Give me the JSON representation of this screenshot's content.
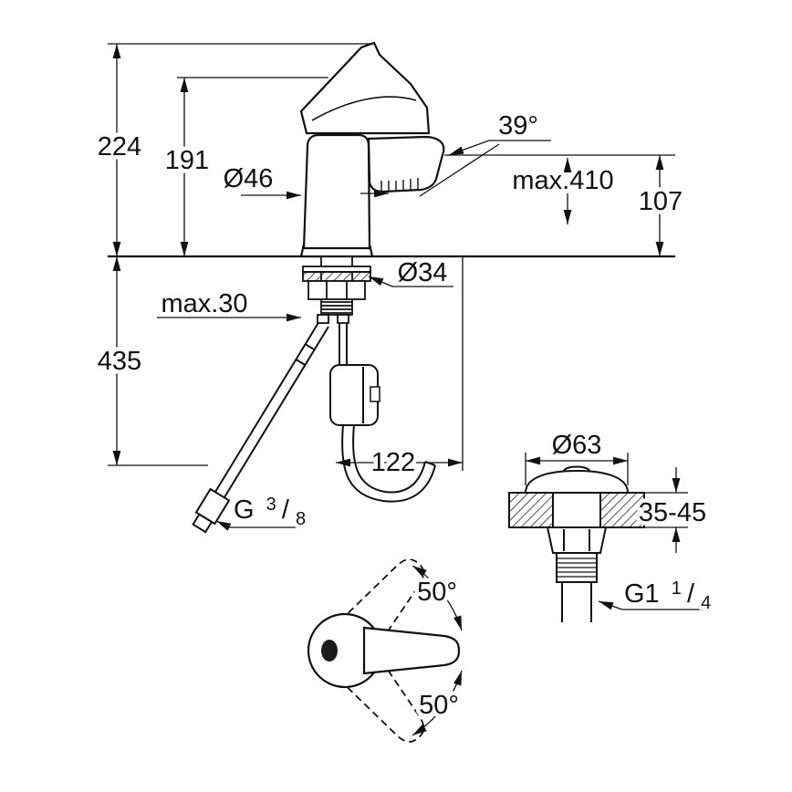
{
  "labels": {
    "overall_height": "224",
    "lever_height": "191",
    "body_diameter": "Ø46",
    "spout_angle": "39°",
    "max_height": "max.410",
    "spout_outlet_height": "107",
    "mounting_hole_diameter": "Ø34",
    "max_mounting_thickness": "max.30",
    "under_counter_depth": "435",
    "hose_offset": "122",
    "supply_thread": {
      "prefix": "G",
      "numerator": "3",
      "slash": "/",
      "denominator": "8"
    },
    "waste_cap_diameter": "Ø63",
    "counter_thickness_range": "35-45",
    "waste_thread": {
      "prefix": "G1",
      "numerator": "1",
      "slash": "/",
      "denominator": "4"
    },
    "handle_swing_upper": "50°",
    "handle_swing_lower": "50°"
  }
}
